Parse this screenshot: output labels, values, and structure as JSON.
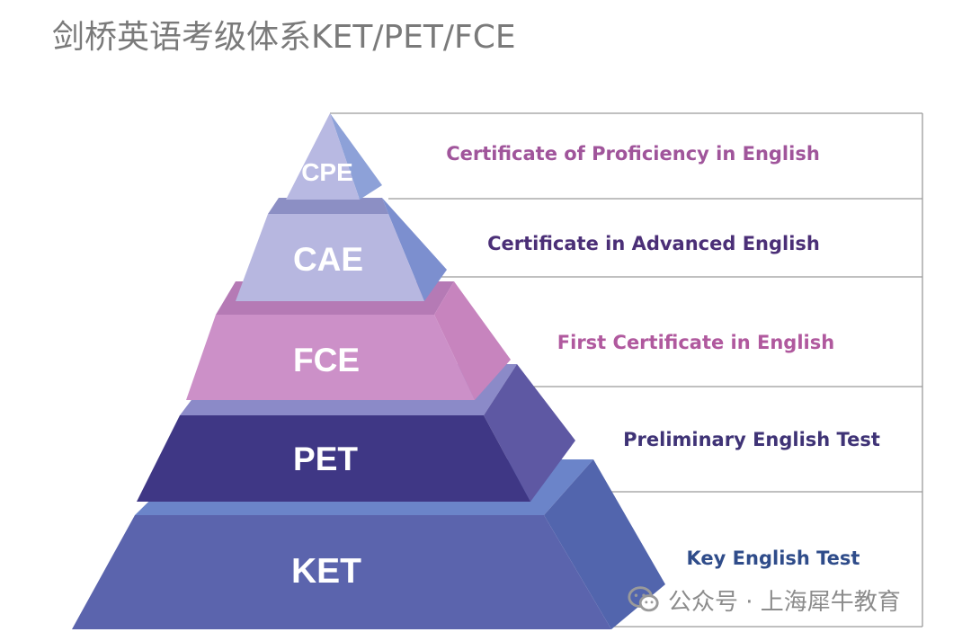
{
  "title": "剑桥英语考级体系KET/PET/FCE",
  "levels": [
    {
      "code": "CPE",
      "description": "Certificate of Proficiency in English"
    },
    {
      "code": "CAE",
      "description": "Certificate in Advanced English"
    },
    {
      "code": "FCE",
      "description": "First Certificate in English"
    },
    {
      "code": "PET",
      "description": "Preliminary English Test"
    },
    {
      "code": "KET",
      "description": "Key English Test"
    }
  ],
  "colors": {
    "description_cpe": "#a0559b",
    "description_cae": "#4b2f77",
    "description_fce": "#b0599e",
    "description_pet": "#3f3376",
    "description_ket": "#2f4c8a",
    "border": "#9a9a9a"
  },
  "watermark": {
    "text": "公众号 · 上海犀牛教育",
    "icon": "wechat-icon"
  }
}
